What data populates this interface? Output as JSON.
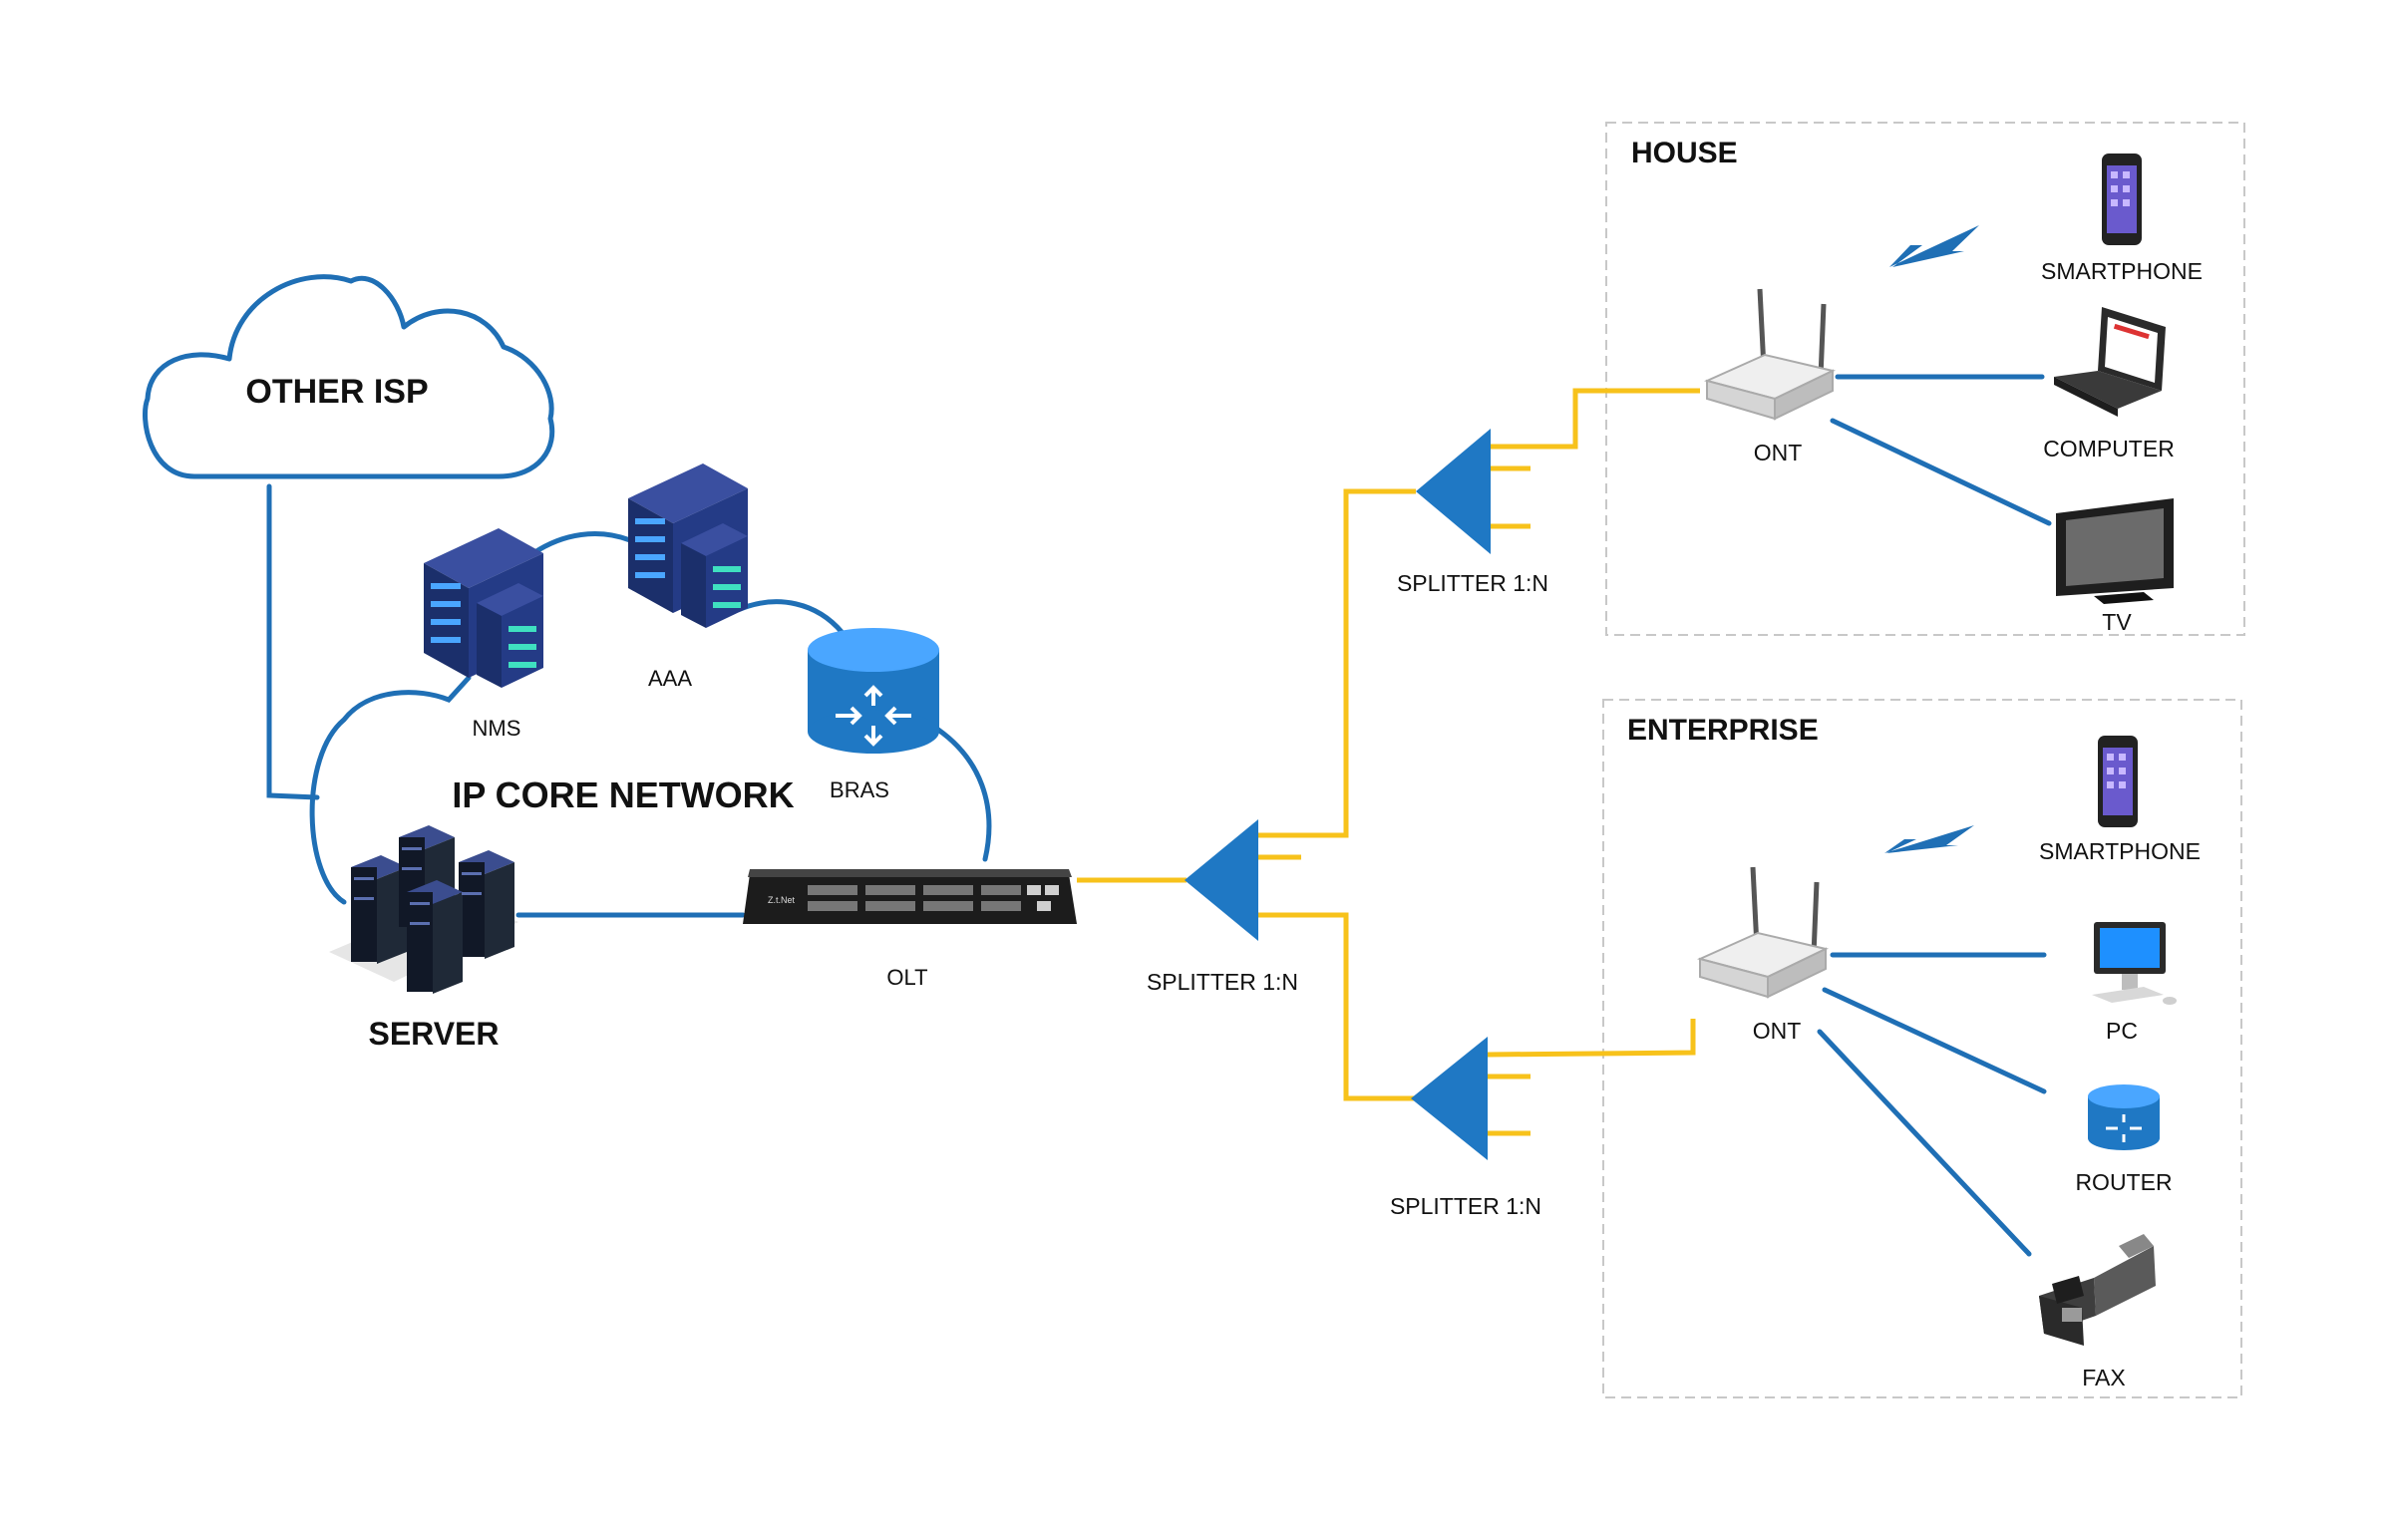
{
  "labels": {
    "other_isp": "OTHER ISP",
    "ip_core_network": "IP CORE NETWORK",
    "nms": "NMS",
    "aaa": "AAA",
    "bras": "BRAS",
    "server": "SERVER",
    "olt": "OLT",
    "olt_brand": "Z.t.Net",
    "splitter_main": "SPLITTER 1:N",
    "splitter_house": "SPLITTER 1:N",
    "splitter_enterprise": "SPLITTER 1:N",
    "house": "HOUSE",
    "enterprise": "ENTERPRISE",
    "ont_house": "ONT",
    "ont_enterprise": "ONT",
    "smartphone_house": "SMARTPHONE",
    "computer": "COMPUTER",
    "tv": "TV",
    "smartphone_enterprise": "SMARTPHONE",
    "pc": "PC",
    "router": "ROUTER",
    "fax": "FAX"
  },
  "colors": {
    "network_blue": "#1f6fb5",
    "fiber_yellow": "#f7c21b",
    "splitter_blue": "#1f78c4",
    "group_border": "#c8c8c8",
    "server_navy": "#1b2f6b"
  },
  "icons": {
    "cloud": "cloud-icon",
    "server_rack": "server-rack-icon",
    "bras": "router-cylinder-icon",
    "olt": "olt-switch-icon",
    "splitter": "splitter-triangle-icon",
    "ont": "ont-router-icon",
    "wireless": "lightning-wireless-icon",
    "smartphone": "smartphone-icon",
    "laptop": "laptop-icon",
    "tv": "tv-icon",
    "pc": "desktop-pc-icon",
    "fax": "fax-machine-icon"
  }
}
